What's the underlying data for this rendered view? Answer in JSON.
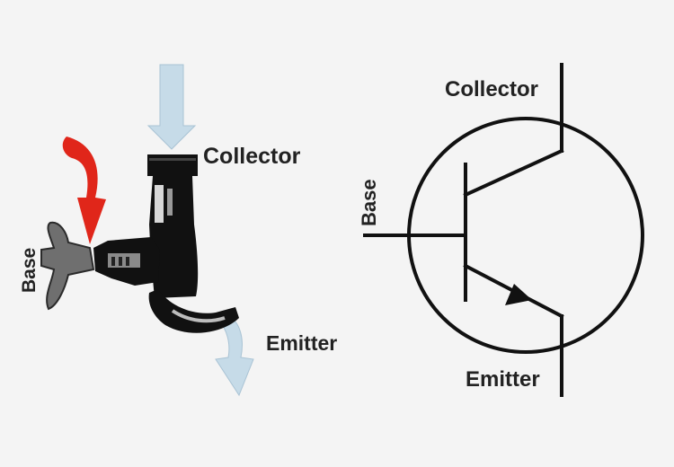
{
  "tap": {
    "collector_label": "Collector",
    "emitter_label": "Emitter",
    "base_label": "Base"
  },
  "symbol": {
    "collector_label": "Collector",
    "emitter_label": "Emitter",
    "base_label": "Base"
  },
  "colors": {
    "flow_arrow": "#c6dbe8",
    "turn_arrow": "#e0261a",
    "ink": "#111111"
  }
}
